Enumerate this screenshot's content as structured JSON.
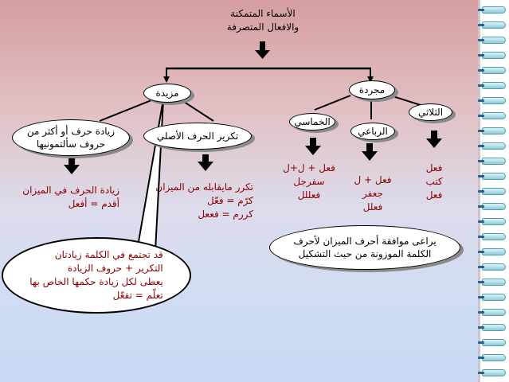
{
  "title": {
    "line1": "الأسماء المتمكنة",
    "line2": "والافعال المتصرفة"
  },
  "nodes": {
    "mazida": "مزيدة",
    "mujarrada": "مجردة",
    "thulathi": "الثلاثي",
    "rubai": "الرباعي",
    "khumasi": "الخماسي",
    "ziyada_harf": "زيادة حرف أو أكثر من حروف سألتمونيها",
    "takrir_harf": "تكرير الحرف الأصلي",
    "muraa": "يراعى موافقة أحرف الميزان لأحرف الكلمة الموزونة من حيث التشكيل"
  },
  "texts": {
    "thulathi_examples": [
      "فعل",
      "كتب",
      "فعل"
    ],
    "rubai_examples": [
      "فعل + ل",
      "جعفر",
      "فعلل"
    ],
    "khumasi_examples": [
      "فعل + ل+ل",
      "سفرجل",
      "فعللل"
    ],
    "ziyada_examples": [
      "زيادة الحرف في الميزان",
      "أقدم = أفعل"
    ],
    "takrir_examples": [
      "تكرر مايقابله من الميزان",
      "كرّم = فعّل",
      "كررم = فععل"
    ],
    "callout": [
      "قد تجتمع في الكلمة زيادتان",
      "التكرير + حروف الزيادة",
      "يعطى لكل زيادة حكمها الخاص بها",
      "تعلّم = تفعّل"
    ]
  },
  "colors": {
    "arrow": "#000000",
    "example_text": "#8b0000"
  }
}
